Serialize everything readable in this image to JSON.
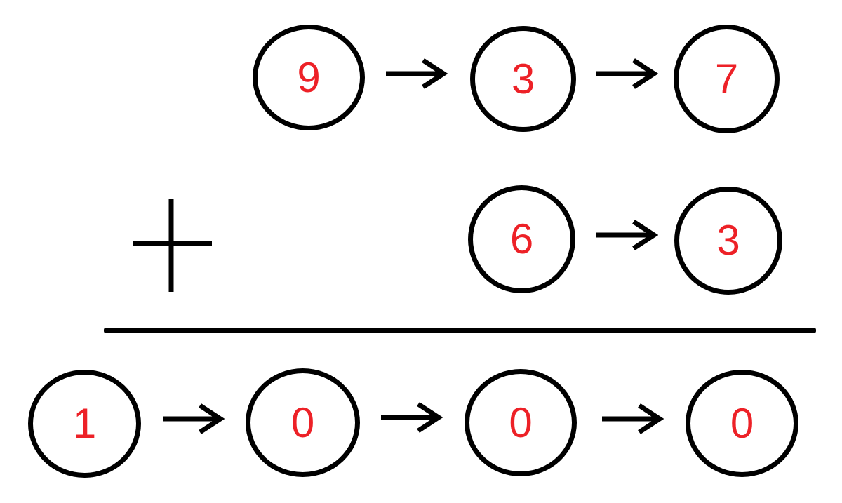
{
  "colors": {
    "background": "#ffffff",
    "stroke_black": "#000000",
    "digit_red": "#ed2127"
  },
  "diagram": {
    "type": "column-addition-carry-diagram",
    "operator": {
      "symbol": "+",
      "icon": "plus-icon"
    },
    "arrow_icon": "arrow-right-icon",
    "rows": [
      {
        "name": "addend-1",
        "digits": [
          "9",
          "3",
          "7"
        ]
      },
      {
        "name": "addend-2",
        "digits": [
          "6",
          "3"
        ]
      },
      {
        "name": "sum",
        "digits": [
          "1",
          "0",
          "0",
          "0"
        ]
      }
    ]
  }
}
